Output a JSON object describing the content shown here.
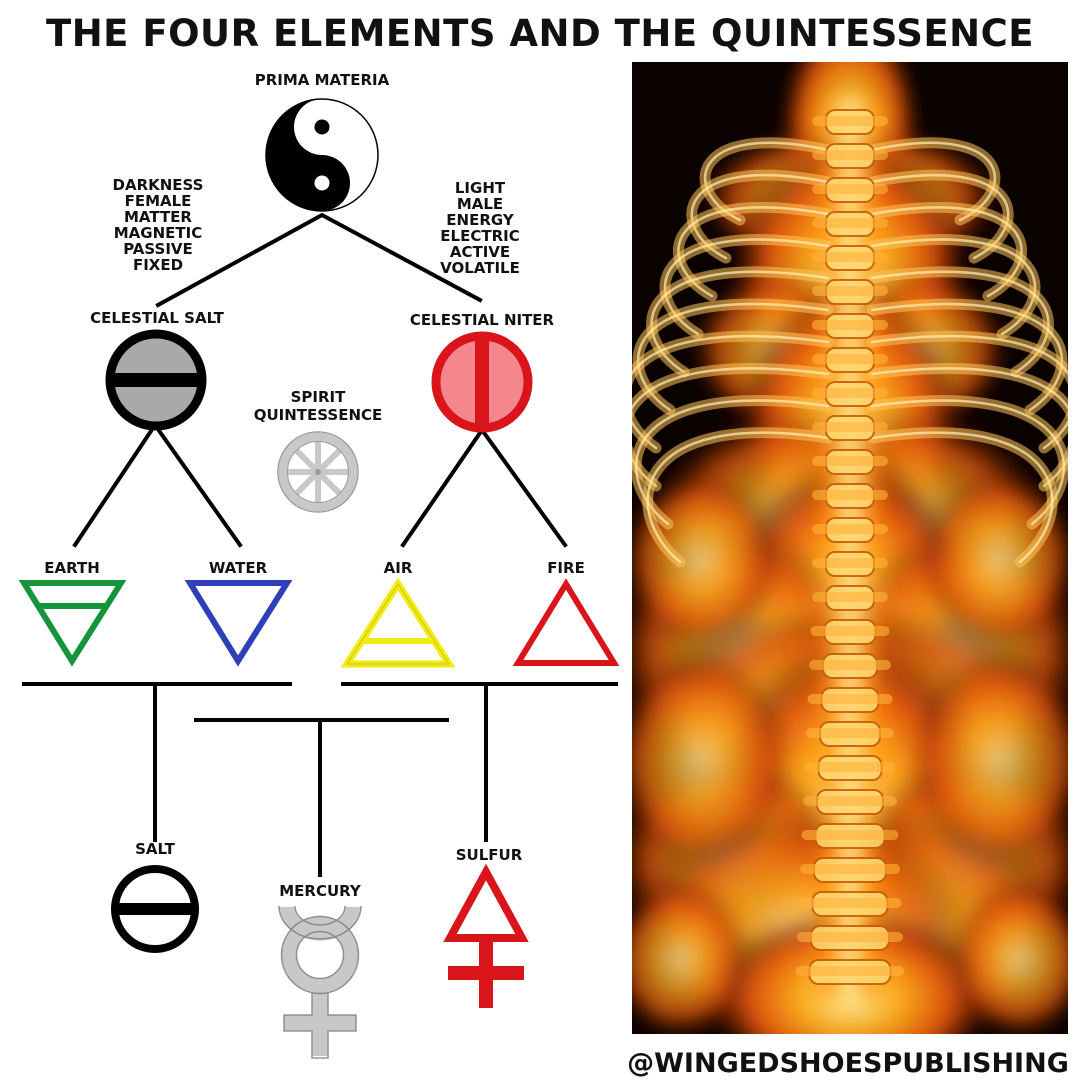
{
  "title": "THE FOUR ELEMENTS AND THE QUINTESSENCE",
  "handle": "@WINGEDSHOESPUBLISHING",
  "prima_materia": {
    "label": "PRIMA MATERIA",
    "icon": "yin-yang-icon"
  },
  "left_qualities": [
    "DARKNESS",
    "FEMALE",
    "MATTER",
    "MAGNETIC",
    "PASSIVE",
    "FIXED"
  ],
  "right_qualities": [
    "LIGHT",
    "MALE",
    "ENERGY",
    "ELECTRIC",
    "ACTIVE",
    "VOLATILE"
  ],
  "celestial_salt": {
    "label": "CELESTIAL SALT",
    "icon": "celestial-salt-icon",
    "fill": "#a9a9a9"
  },
  "celestial_niter": {
    "label": "CELESTIAL NITER",
    "icon": "celestial-niter-icon",
    "fill": "#f4868e",
    "stroke": "#d9151b"
  },
  "spirit": {
    "label_line1": "SPIRIT",
    "label_line2": "QUINTESSENCE",
    "icon": "spirit-wheel-icon",
    "color": "#c8c8c8"
  },
  "elements": [
    {
      "label": "EARTH",
      "icon": "earth-symbol-icon",
      "color": "#15953a"
    },
    {
      "label": "WATER",
      "icon": "water-symbol-icon",
      "color": "#2f3fb8"
    },
    {
      "label": "AIR",
      "icon": "air-symbol-icon",
      "color": "#f2ea13"
    },
    {
      "label": "FIRE",
      "icon": "fire-symbol-icon",
      "color": "#d9151b"
    }
  ],
  "principles": [
    {
      "label": "SALT",
      "icon": "salt-symbol-icon",
      "color": "#000000"
    },
    {
      "label": "MERCURY",
      "icon": "mercury-symbol-icon",
      "color": "#c8c8c8"
    },
    {
      "label": "SULFUR",
      "icon": "sulfur-symbol-icon",
      "color": "#d9151b"
    }
  ],
  "panel_image": {
    "icon": "flaming-skeleton-image"
  }
}
